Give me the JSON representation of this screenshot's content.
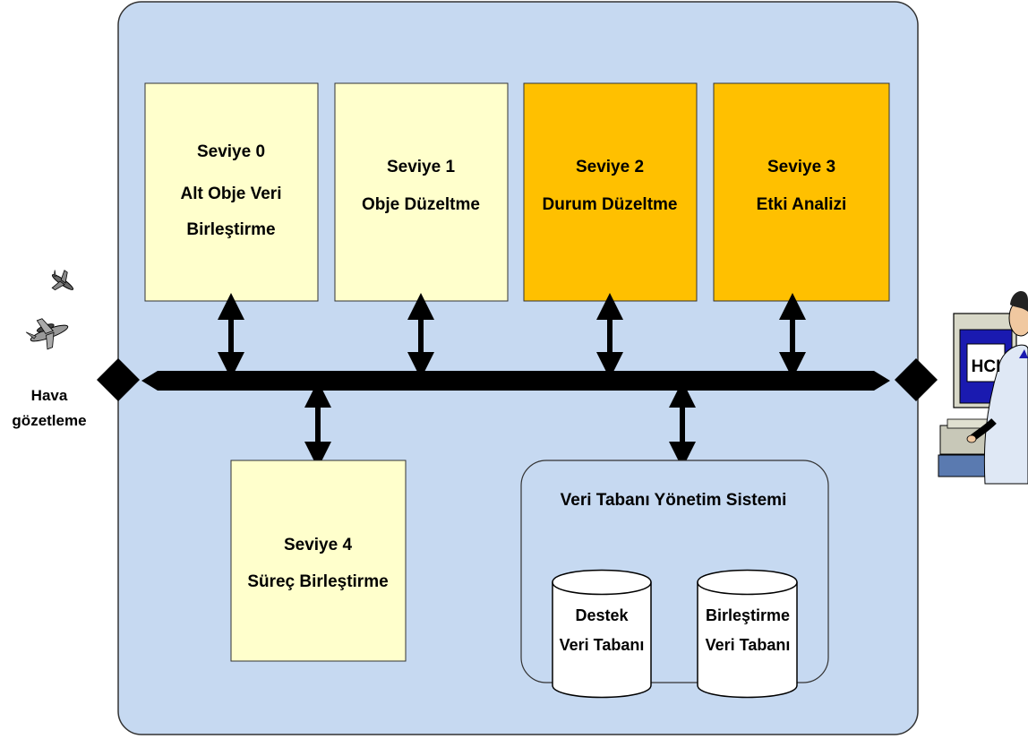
{
  "levels": [
    {
      "line1": "Seviye 0",
      "line2": "Alt Obje Veri",
      "line3": "Birleştirme",
      "color": "#FFFFCC"
    },
    {
      "line1": "Seviye 1",
      "line2": "Obje Düzeltme",
      "line3": "",
      "color": "#FFFFCC"
    },
    {
      "line1": "Seviye 2",
      "line2": "Durum Düzeltme",
      "line3": "",
      "color": "#FFC000"
    },
    {
      "line1": "Seviye 3",
      "line2": "Etki Analizi",
      "line3": "",
      "color": "#FFC000"
    }
  ],
  "level4": {
    "line1": "Seviye 4",
    "line2": "Süreç Birleştirme",
    "color": "#FFFFCC"
  },
  "dbms": {
    "title": "Veri Tabanı Yönetim Sistemi",
    "db1": {
      "line1": "Destek",
      "line2": "Veri Tabanı"
    },
    "db2": {
      "line1": "Birleştirme",
      "line2": "Veri Tabanı"
    }
  },
  "left_source": {
    "line1": "Hava",
    "line2": "gözetleme",
    "icons": [
      "airplane-icon",
      "airplane-icon"
    ]
  },
  "right_hci": {
    "screen_label": "HCI",
    "icon": "operator-workstation-icon"
  },
  "colors": {
    "panel": "#C6D9F1",
    "pale": "#FFFFCC",
    "orange": "#FFC000",
    "bus": "#000000"
  }
}
